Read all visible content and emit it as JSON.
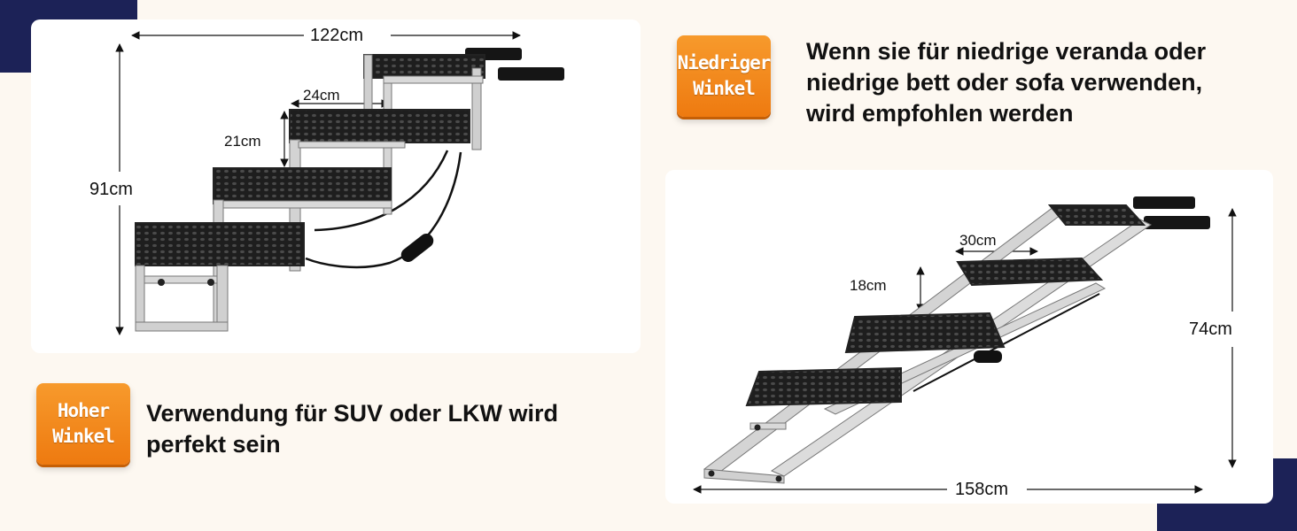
{
  "colors": {
    "navy": "#1c2257",
    "orange": "#f28a1c",
    "background": "#fdf8f1"
  },
  "top_section": {
    "badge": {
      "line1": "Niedriger",
      "line2": "Winkel"
    },
    "description": {
      "line1": "Wenn sie für niedrige veranda oder",
      "line2": "niedrige bett oder sofa verwenden,",
      "line3": "wird empfohlen werden"
    }
  },
  "bottom_section": {
    "badge": {
      "line1": "Hoher",
      "line2": "Winkel"
    },
    "description": {
      "line1": "Verwendung für SUV oder LKW wird",
      "line2": "perfekt sein"
    }
  },
  "steps_diagram": {
    "width": "122cm",
    "height": "91cm",
    "step_depth": "24cm",
    "step_rise": "21cm"
  },
  "ramp_diagram": {
    "width": "158cm",
    "height": "74cm",
    "step_depth": "30cm",
    "step_rise": "18cm"
  }
}
